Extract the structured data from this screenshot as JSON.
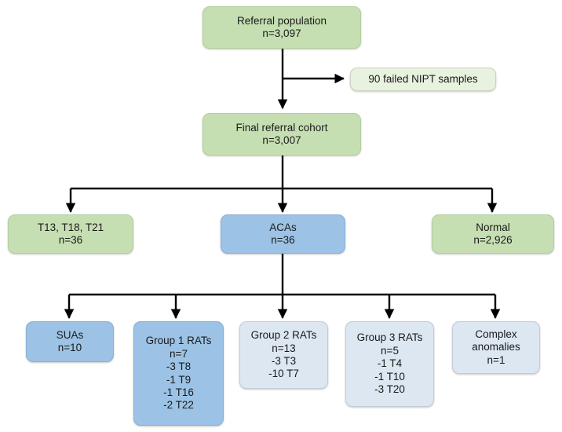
{
  "figure": {
    "type": "flowchart",
    "background": "#ffffff",
    "palette": {
      "green": "#c6dfb2",
      "light_green": "#e9f1df",
      "blue": "#9cc3e5",
      "light_blue": "#dce7f2",
      "connector": "#000000",
      "text": "#1a1a1a"
    }
  },
  "nodes": {
    "referral_population": {
      "title": "Referral population",
      "count": "n=3,097",
      "fill": "green"
    },
    "failed_samples": {
      "title": "90 failed NIPT samples",
      "fill": "light_green"
    },
    "final_cohort": {
      "title": "Final referral cohort",
      "count": "n=3,007",
      "fill": "green"
    },
    "trisomies": {
      "title": "T13, T18, T21",
      "count": "n=36",
      "fill": "green"
    },
    "acas": {
      "title": "ACAs",
      "count": "n=36",
      "fill": "blue"
    },
    "normal": {
      "title": "Normal",
      "count": "n=2,926",
      "fill": "green"
    },
    "suas": {
      "title": "SUAs",
      "count": "n=10",
      "fill": "blue"
    },
    "group1_rats": {
      "title": "Group 1 RATs",
      "count": "n=7",
      "fill": "blue",
      "details": [
        "-3 T8",
        "-1 T9",
        "-1 T16",
        "-2 T22"
      ]
    },
    "group2_rats": {
      "title": "Group 2 RATs",
      "count": "n=13",
      "fill": "light_blue",
      "details": [
        "-3 T3",
        "-10 T7"
      ]
    },
    "group3_rats": {
      "title": "Group 3 RATs",
      "count": "n=5",
      "fill": "light_blue",
      "details": [
        "-1 T4",
        "-1 T10",
        "-3 T20"
      ]
    },
    "complex_anomalies": {
      "title": "Complex",
      "title2": "anomalies",
      "count": "n=1",
      "fill": "light_blue"
    }
  }
}
